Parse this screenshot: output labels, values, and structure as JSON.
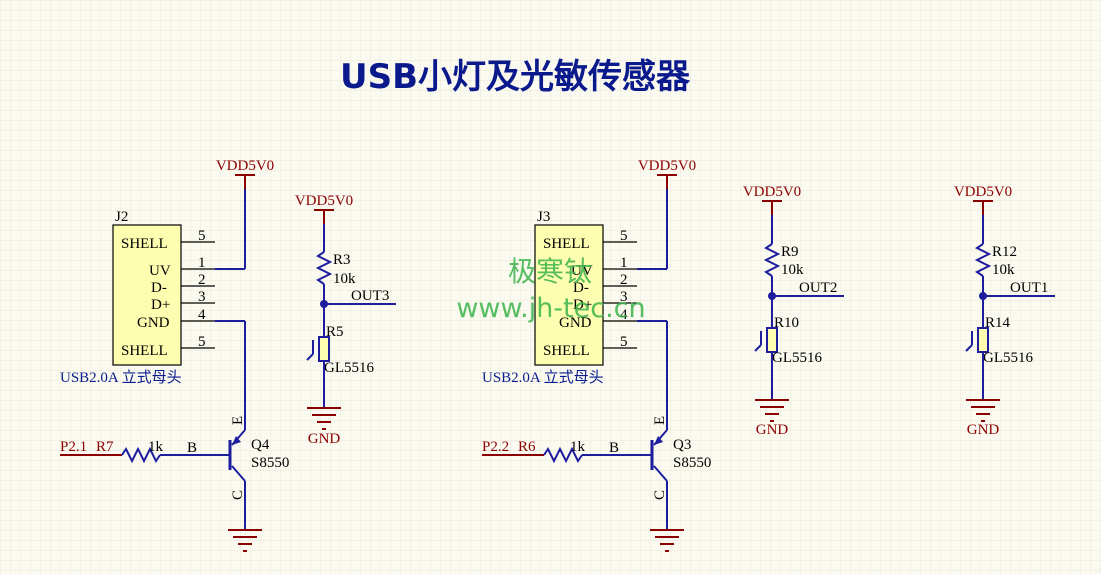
{
  "title": "USB小灯及光敏传感器",
  "watermark": {
    "line1": "极寒钛",
    "line2": "www.jh-tec.cn"
  },
  "colors": {
    "wire": "#1d1d9e",
    "power": "#8b0000",
    "component_fill": "#fefeb0",
    "title": "#0a1a8c",
    "watermark": "#3bb34a",
    "background": "#fbfaf1"
  },
  "power_net": "VDD5V0",
  "ground_net": "GND",
  "usb_connectors": [
    {
      "designator": "J2",
      "description": "USB2.0A 立式母头",
      "pins": [
        {
          "name": "SHELL",
          "number": "5"
        },
        {
          "name": "UV",
          "number": "1"
        },
        {
          "name": "D-",
          "number": "2"
        },
        {
          "name": "D+",
          "number": "3"
        },
        {
          "name": "GND",
          "number": "4"
        },
        {
          "name": "SHELL",
          "number": "5"
        }
      ]
    },
    {
      "designator": "J3",
      "description": "USB2.0A 立式母头",
      "pins": [
        {
          "name": "SHELL",
          "number": "5"
        },
        {
          "name": "UV",
          "number": "1"
        },
        {
          "name": "D-",
          "number": "2"
        },
        {
          "name": "D+",
          "number": "3"
        },
        {
          "name": "GND",
          "number": "4"
        },
        {
          "name": "SHELL",
          "number": "5"
        }
      ]
    }
  ],
  "transistors": [
    {
      "designator": "Q4",
      "part": "S8550",
      "emitter": "E",
      "base": "B",
      "collector": "C",
      "input_net": "P2.1",
      "base_resistor": "R7",
      "base_resistor_value": "1k"
    },
    {
      "designator": "Q3",
      "part": "S8550",
      "emitter": "E",
      "base": "B",
      "collector": "C",
      "input_net": "P2.2",
      "base_resistor": "R6",
      "base_resistor_value": "1k"
    }
  ],
  "light_sensors": [
    {
      "resistor": "R3",
      "resistor_value": "10k",
      "output": "OUT3",
      "ldr": "R5",
      "ldr_part": "GL5516"
    },
    {
      "resistor": "R9",
      "resistor_value": "10k",
      "output": "OUT2",
      "ldr": "R10",
      "ldr_part": "GL5516"
    },
    {
      "resistor": "R12",
      "resistor_value": "10k",
      "output": "OUT1",
      "ldr": "R14",
      "ldr_part": "GL5516"
    }
  ]
}
